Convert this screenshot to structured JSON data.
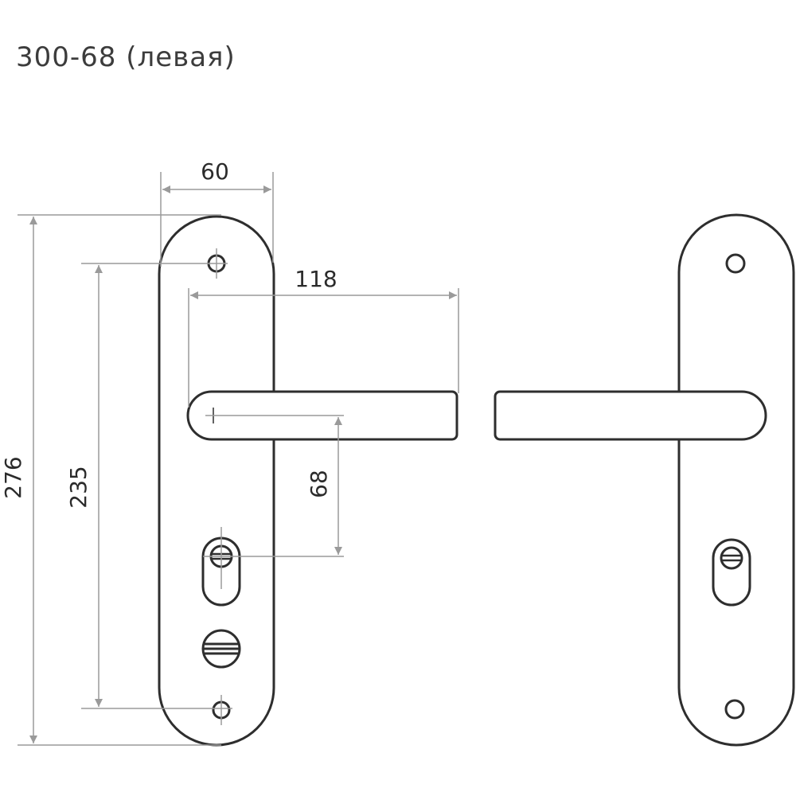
{
  "title": "300-68 (левая)",
  "dimensions": {
    "plate_width": "60",
    "total_height": "276",
    "screw_spacing": "235",
    "handle_length": "118",
    "handle_to_key": "68"
  },
  "colors": {
    "outline": "#2e2e2e",
    "dimension": "#9a9a9a",
    "text": "#2b2b2b"
  }
}
